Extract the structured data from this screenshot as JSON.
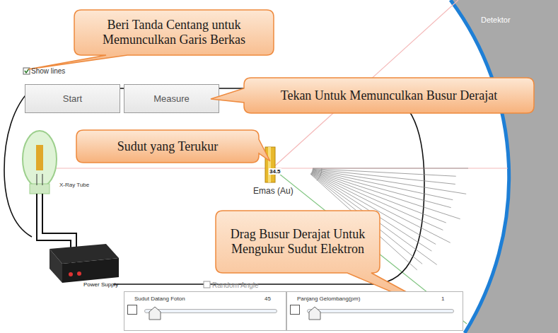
{
  "diagram": {
    "nodes": [
      {
        "text": [
          "Beri Tanda Centang untuk Memunculkan Garis Berkas"
        ]
      },
      {
        "text": [
          "Start"
        ]
      },
      {
        "text": [
          "Measure"
        ]
      },
      {
        "text": [
          "Tekan Untuk Memunculkan Busur Derajat"
        ]
      },
      {
        "text": [
          "Sudut yang Terukur"
        ]
      },
      {
        "text": [
          "Drag Busur Derajat Untuk Mengukur Sudut Elektron"
        ]
      },
      {
        "text": [
          "Sudut Datang Foton",
          "45"
        ]
      },
      {
        "text": [
          "Panjang Gelombang(pm)",
          "1"
        ]
      }
    ],
    "labels": [
      "Detektor",
      "Show lines",
      "X-Ray Tube",
      "34.5",
      "Emas (Au)",
      "Power Supply",
      "Random Angle"
    ]
  }
}
